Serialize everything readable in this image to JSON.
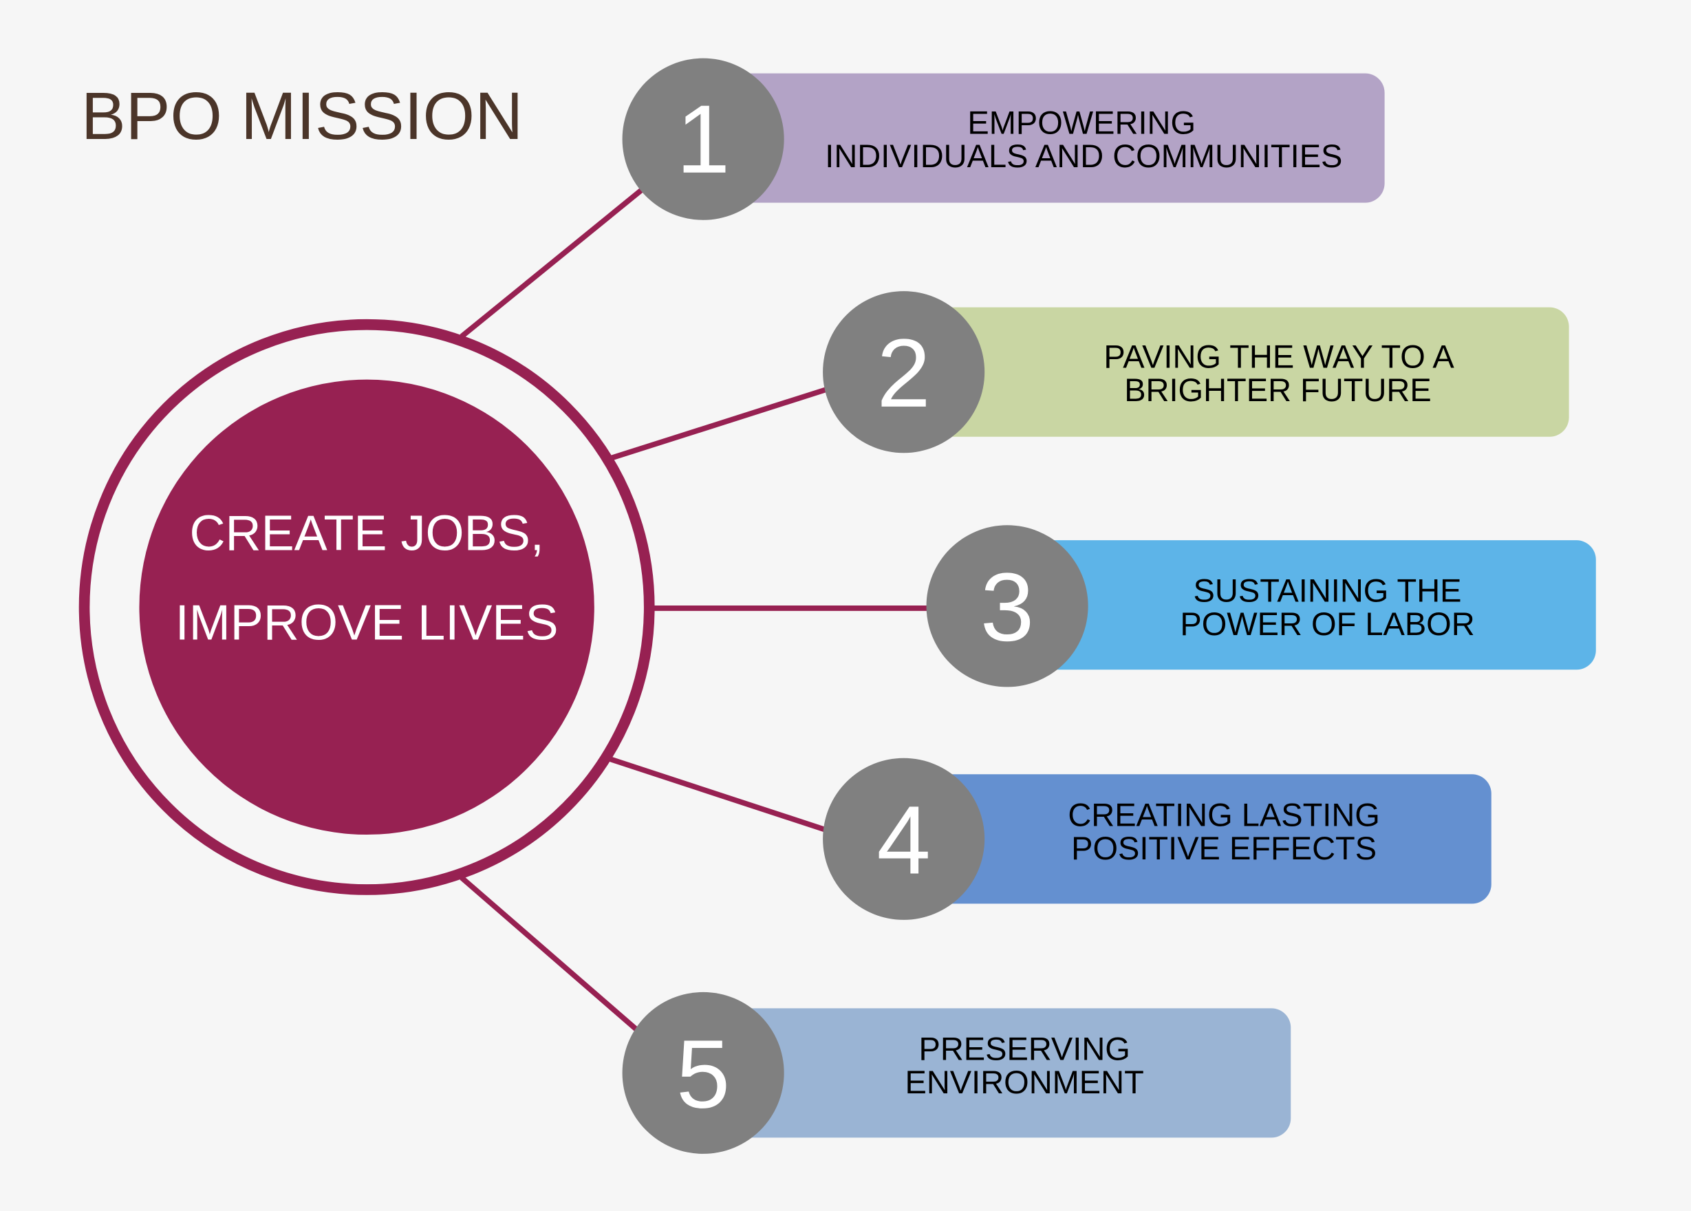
{
  "title": "BPO MISSION",
  "center": {
    "line1": "CREATE JOBS,",
    "line2": "IMPROVE LIVES"
  },
  "colors": {
    "background": "#f6f6f6",
    "title": "#4b3529",
    "center": "#972152",
    "number_circle": "#808080"
  },
  "items": [
    {
      "number": "1",
      "line1": "EMPOWERING",
      "line2": "INDIVIDUALS AND COMMUNITIES",
      "color": "#b3a3c6"
    },
    {
      "number": "2",
      "line1": "PAVING THE WAY TO A",
      "line2": "BRIGHTER FUTURE",
      "color": "#c9d6a3"
    },
    {
      "number": "3",
      "line1": "SUSTAINING THE",
      "line2": "POWER OF LABOR",
      "color": "#5db4e8"
    },
    {
      "number": "4",
      "line1": "CREATING LASTING",
      "line2": "POSITIVE EFFECTS",
      "color": "#6490d0"
    },
    {
      "number": "5",
      "line1": "PRESERVING",
      "line2": "ENVIRONMENT",
      "color": "#9ab4d4"
    }
  ]
}
